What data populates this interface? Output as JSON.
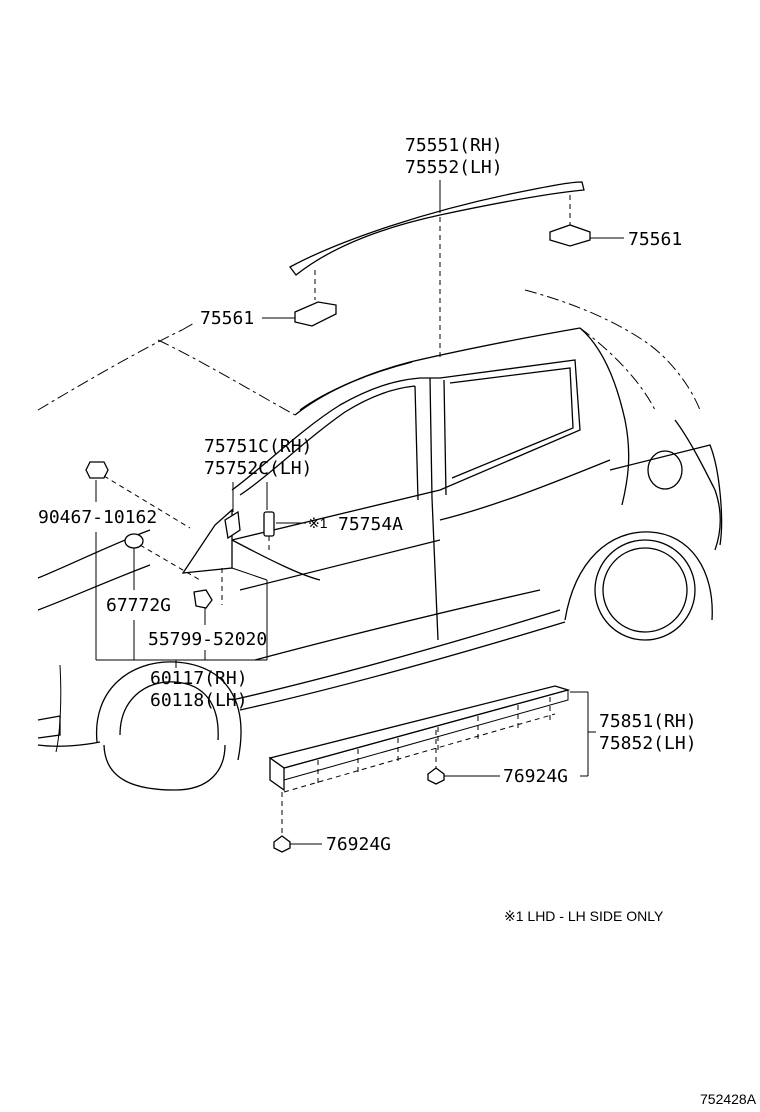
{
  "parts": {
    "roof_molding_rh": "75551(RH)",
    "roof_molding_lh": "75552(LH)",
    "clip_right": "75561",
    "clip_left": "75561",
    "pillar_rh": "75751C(RH)",
    "pillar_lh": "75752C(LH)",
    "note_mark": "※1",
    "emblem": "75754A",
    "screw": "90467-10162",
    "grommet": "67772G",
    "retainer": "55799-52020",
    "mirror_rh": "60117(RH)",
    "mirror_lh": "60118(LH)",
    "rocker_rh": "75851(RH)",
    "rocker_lh": "75852(LH)",
    "nut_upper": "76924G",
    "nut_lower": "76924G"
  },
  "footnote": "※1  LHD - LH SIDE ONLY",
  "drawing_number": "752428A"
}
